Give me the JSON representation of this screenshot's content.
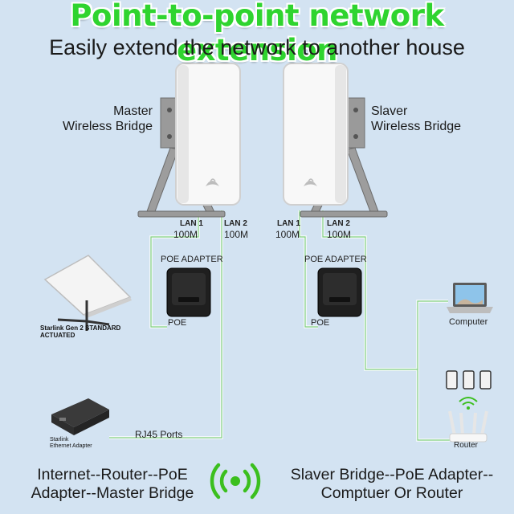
{
  "header": {
    "title": "Point-to-point network extension",
    "subtitle": "Easily extend the network to another house"
  },
  "master": {
    "label_line1": "Master",
    "label_line2": "Wireless Bridge",
    "lan1": "LAN 1",
    "lan1_speed": "100M",
    "lan2": "LAN 2",
    "lan2_speed": "100M",
    "poe_adapter_label": "POE ADAPTER",
    "poe_label": "POE"
  },
  "slaver": {
    "label_line1": "Slaver",
    "label_line2": "Wireless Bridge",
    "lan1": "LAN 1",
    "lan1_speed": "100M",
    "lan2": "LAN 2",
    "lan2_speed": "100M",
    "poe_adapter_label": "POE ADAPTER",
    "poe_label": "POE"
  },
  "starlink": {
    "dish_line1": "Starlink Gen 2 STANDARD",
    "dish_line2": "ACTUATED",
    "adapter_line1": "Starlink",
    "adapter_line2": "Ethernet Adapter",
    "rj45_label": "RJ45 Ports"
  },
  "clients": {
    "computer_label": "Computer",
    "router_label": "Router"
  },
  "footer": {
    "left_line1": "Internet--Router--PoE",
    "left_line2": "Adapter--Master Bridge",
    "right_line1": "Slaver Bridge--PoE Adapter--",
    "right_line2": "Comptuer Or Router"
  },
  "colors": {
    "background": "#d3e3f2",
    "headline": "#2fd42f",
    "wifi_signal": "#3bbf1e",
    "cable": "#cfe8cf"
  },
  "icons": [
    "wireless-bridge-icon",
    "poe-adapter-icon",
    "starlink-dish-icon",
    "ethernet-adapter-icon",
    "laptop-icon",
    "phone-icon",
    "wifi-icon",
    "router-icon",
    "wireless-signal-icon"
  ]
}
